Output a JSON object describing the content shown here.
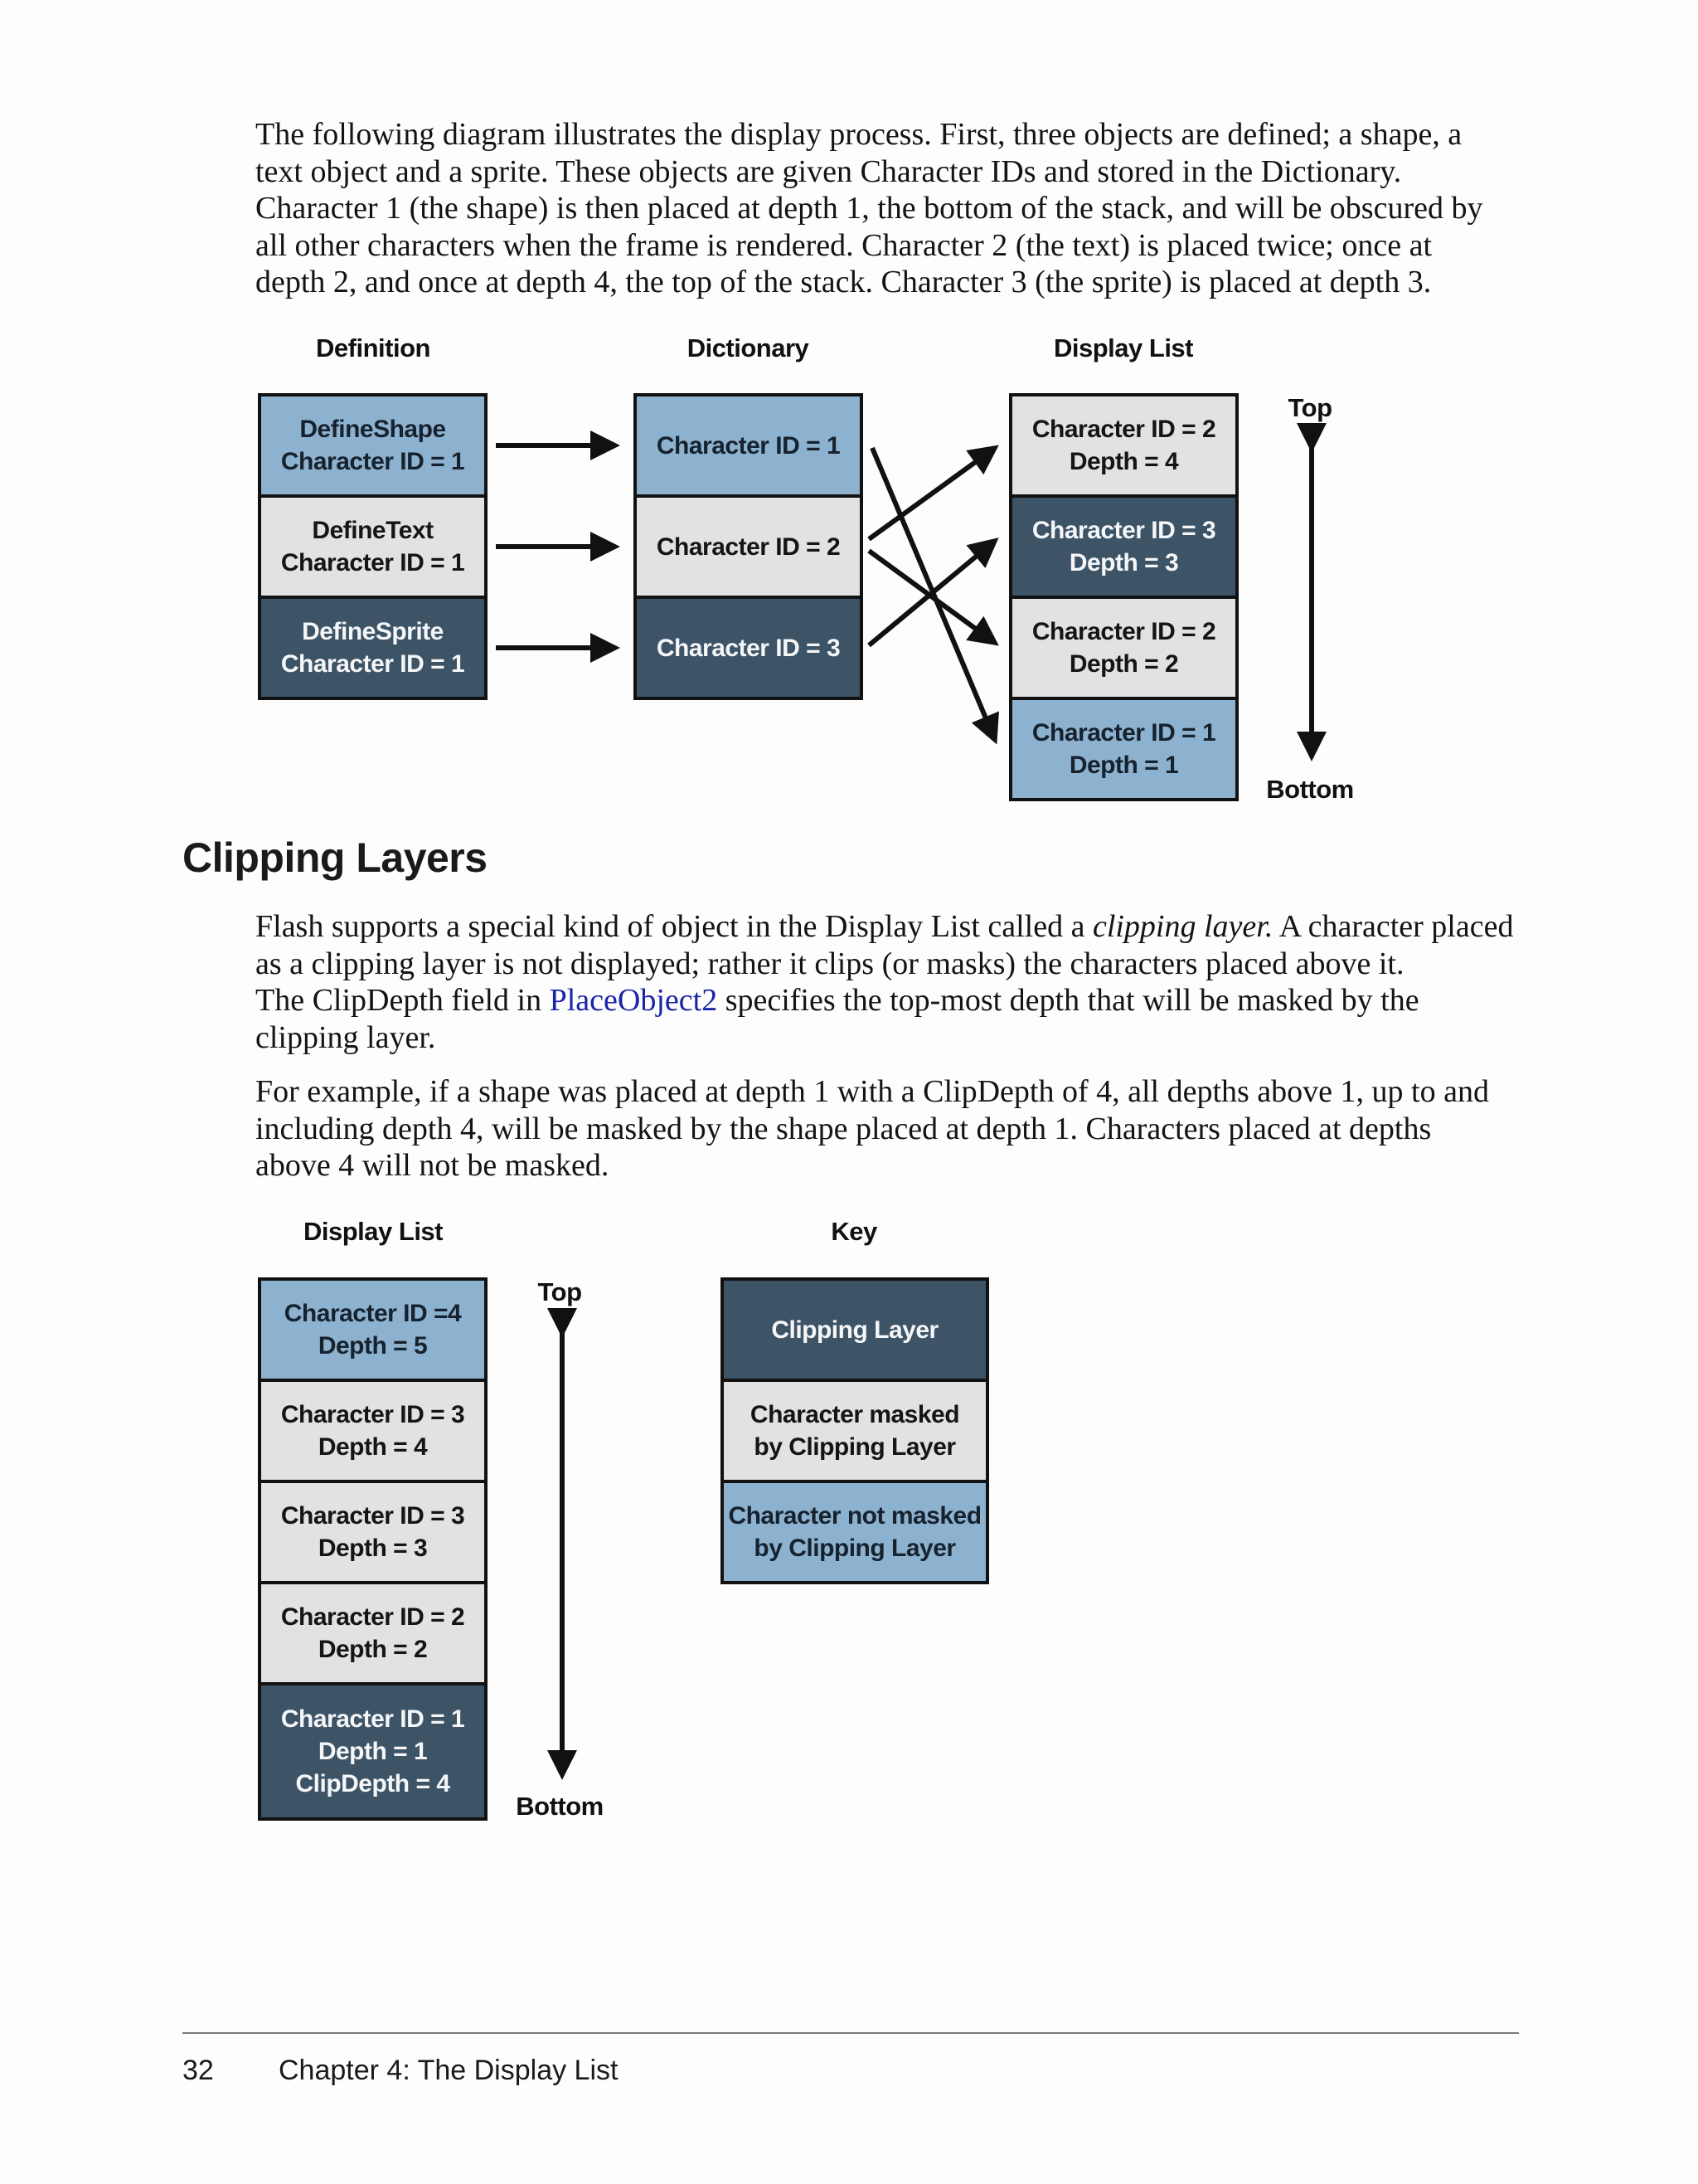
{
  "intro": {
    "lines": [
      "The following diagram illustrates the display process. First, three objects are defined; a shape, a",
      "text object and a sprite. These objects are given Character IDs and stored in the Dictionary.",
      "Character 1 (the shape) is then placed at depth 1, the bottom of the stack, and will be obscured by",
      "all other characters when the frame is rendered. Character 2 (the text) is placed twice; once at",
      "depth 2, and once at depth 4, the top of the stack. Character 3 (the sprite) is placed at depth 3."
    ]
  },
  "diagram1": {
    "col_definition": "Definition",
    "col_dictionary": "Dictionary",
    "col_display_list": "Display List",
    "definition": [
      {
        "l1": "DefineShape",
        "l2": "Character ID = 1"
      },
      {
        "l1": "DefineText",
        "l2": "Character ID = 1"
      },
      {
        "l1": "DefineSprite",
        "l2": "Character ID = 1"
      }
    ],
    "dictionary": [
      "Character ID = 1",
      "Character ID = 2",
      "Character ID = 3"
    ],
    "display_list": [
      {
        "l1": "Character ID = 2",
        "l2": "Depth = 4"
      },
      {
        "l1": "Character ID = 3",
        "l2": "Depth = 3"
      },
      {
        "l1": "Character ID = 2",
        "l2": "Depth = 2"
      },
      {
        "l1": "Character ID = 1",
        "l2": "Depth = 1"
      }
    ],
    "top_label": "Top",
    "bottom_label": "Bottom"
  },
  "section": {
    "heading": "Clipping Layers",
    "p1_a": "Flash supports a special kind of object in the Display List called a ",
    "p1_em": "clipping layer.",
    "p1_b": " A character placed",
    "p1_line2": "as a clipping layer is not displayed; rather it clips (or masks) the characters placed above it.",
    "p1_line3_a": "The ClipDepth field in ",
    "p1_link": "PlaceObject2",
    "p1_line3_b": " specifies the top-most depth that will be masked by the",
    "p1_line4": "clipping layer.",
    "p2_lines": [
      "For example, if a shape was placed at depth 1 with a ClipDepth of 4, all depths above 1, up to and",
      "including depth 4, will be masked by the shape placed at depth 1. Characters placed at depths",
      "above 4 will not be masked."
    ]
  },
  "diagram2": {
    "col_display_list": "Display List",
    "col_key": "Key",
    "display_list": [
      {
        "l1": "Character ID =4",
        "l2": "Depth = 5",
        "l3": ""
      },
      {
        "l1": "Character ID = 3",
        "l2": "Depth = 4",
        "l3": ""
      },
      {
        "l1": "Character ID = 3",
        "l2": "Depth = 3",
        "l3": ""
      },
      {
        "l1": "Character ID = 2",
        "l2": "Depth = 2",
        "l3": ""
      },
      {
        "l1": "Character ID = 1",
        "l2": "Depth = 1",
        "l3": "ClipDepth = 4"
      }
    ],
    "key": [
      {
        "l1": "Clipping Layer",
        "l2": ""
      },
      {
        "l1": "Character masked",
        "l2": "by Clipping Layer"
      },
      {
        "l1": "Character not masked",
        "l2": "by Clipping Layer"
      }
    ],
    "top_label": "Top",
    "bottom_label": "Bottom"
  },
  "footer": {
    "page_number": "32",
    "chapter": "Chapter 4:  The Display List"
  },
  "colors": {
    "light_blue": "#8db2cf",
    "grey": "#e2e2e2",
    "dark_slate": "#3d5366",
    "link": "#1a24a6"
  }
}
